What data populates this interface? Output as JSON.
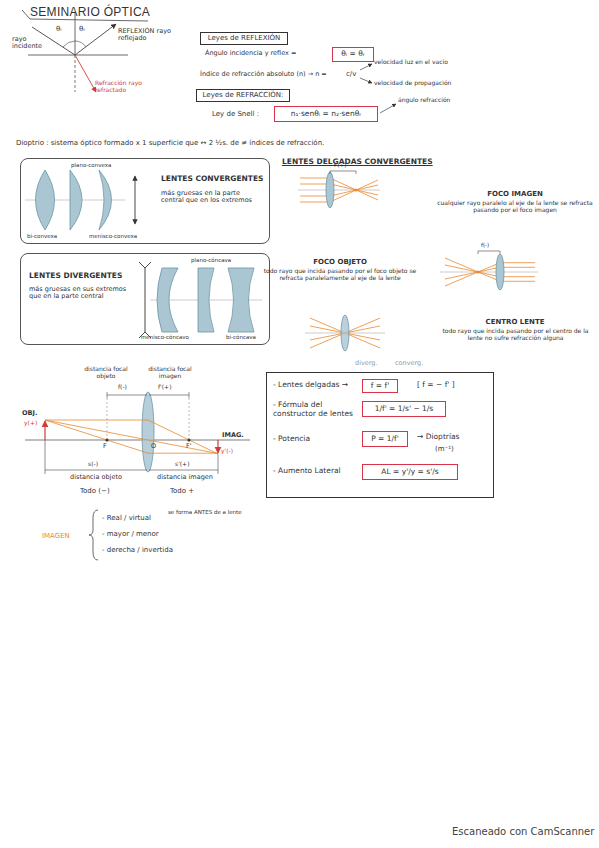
{
  "diagram": {
    "title": "SEMINARIO ÓPTICA",
    "nodes": [
      {
        "text": [
          "Leyes de REFLEXIÓN"
        ]
      },
      {
        "text": [
          "θᵢ = θᵣ"
        ]
      },
      {
        "text": [
          "Leyes de REFRACCIÓN:"
        ]
      },
      {
        "text": [
          "n₁·senθᵢ = n₂·senθᵣ"
        ]
      },
      {
        "text": [
          "plano-convexa",
          "LENTES CONVERGENTES",
          "más gruesas en la parte central que en los extremos",
          "bi-convexa",
          "menisco-convexa"
        ]
      },
      {
        "text": [
          "plano-cóncava",
          "LENTES DIVERGENTES",
          "más gruesas en sus extremos que en la parte central",
          "menisco-cóncavo",
          "bi-cóncava"
        ]
      },
      {
        "text": [
          "- Lentes delgadas →",
          "[ f = − f' ]",
          "- Fórmula del constructor de lentes",
          "- Potencia",
          "→ Dioptrías",
          "(m⁻¹)",
          "- Aumento Lateral"
        ]
      },
      {
        "text": [
          "f = f'"
        ],
        "in": 6
      },
      {
        "text": [
          "1/f' = 1/s' − 1/s"
        ],
        "in": 6
      },
      {
        "text": [
          "P = 1/f'"
        ],
        "in": 6
      },
      {
        "text": [
          "AL = y'/y = s'/s"
        ],
        "in": 6
      }
    ],
    "labels": [
      "rayo incidente",
      "θᵢ",
      "θᵣ",
      "REFLEXIÓN rayo reflejado",
      "Refracción rayo refractado",
      "Ángulo incidencia y reflex =",
      "Índice de refracción absoluto (n) → n =",
      "c/v",
      "velocidad luz en el vacío",
      "velocidad de propagación",
      "Ley de Snell :",
      "ángulo refracción",
      "Dioptrio : sistema óptico formado x 1 superficie que ↔ 2 ½s. de ≠ índices de refracción.",
      "LENTES DELGADAS CONVERGENTES",
      "f'(+)",
      "FOCO IMAGEN",
      "cualquier rayo paralelo al eje de la lente se refracta pasando por el foco imagen",
      "f(-)",
      "FOCO OBJETO",
      "todo rayo que incida pasando por el foco objeto se refracta paralelamente al eje de la lente",
      "CENTRO LENTE",
      "todo rayo que incida pasando por el centro de la lente no sufre refracción alguna",
      "diverg.",
      "converg.",
      "distancia focal objeto",
      "distancia focal imagen",
      "f(-)",
      "f'(+)",
      "OBJ.",
      "y(+)",
      "F",
      "O",
      "F'",
      "y'(-)",
      "IMAG.",
      "s(-)",
      "s'(+)",
      "distancia objeto",
      "distancia imagen",
      "Todo (−)",
      "Todo +",
      "IMAGEN",
      "- Real / virtual",
      "se forma ANTES de a lente",
      "- mayor / menor",
      "- derecha / invertida",
      "Escaneado con CamScanner"
    ]
  }
}
